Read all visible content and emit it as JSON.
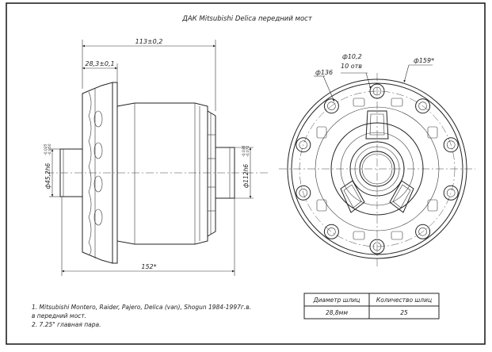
{
  "title": "ДАК Mitsubishi Delica передний мост",
  "dimensions": {
    "overall_width": "113±0,2",
    "flange_width": "28,3±0,1",
    "shaft_left": "ф45,2h6",
    "shaft_left_tol_upper": "-0,025",
    "shaft_left_tol_lower": "-0,050",
    "shaft_right": "ф112h6",
    "shaft_right_tol_upper": "-0,036",
    "shaft_right_tol_lower": "-0,071",
    "flange_dia": "152*",
    "hole_dia": "ф10,2",
    "hole_count": "10 отв",
    "bolt_circle": "ф136",
    "outer_dia": "ф159*"
  },
  "notes": [
    "1. Mitsubishi Montero, Raider, Pajero, Delica (van), Shogun 1984-1997г.в.",
    "в передний мост.",
    "2. 7.25\" главная пара."
  ],
  "spline_table": {
    "headers": [
      "Диаметр шлиц",
      "Количество шлиц"
    ],
    "row": [
      "28,8мм",
      "25"
    ]
  }
}
